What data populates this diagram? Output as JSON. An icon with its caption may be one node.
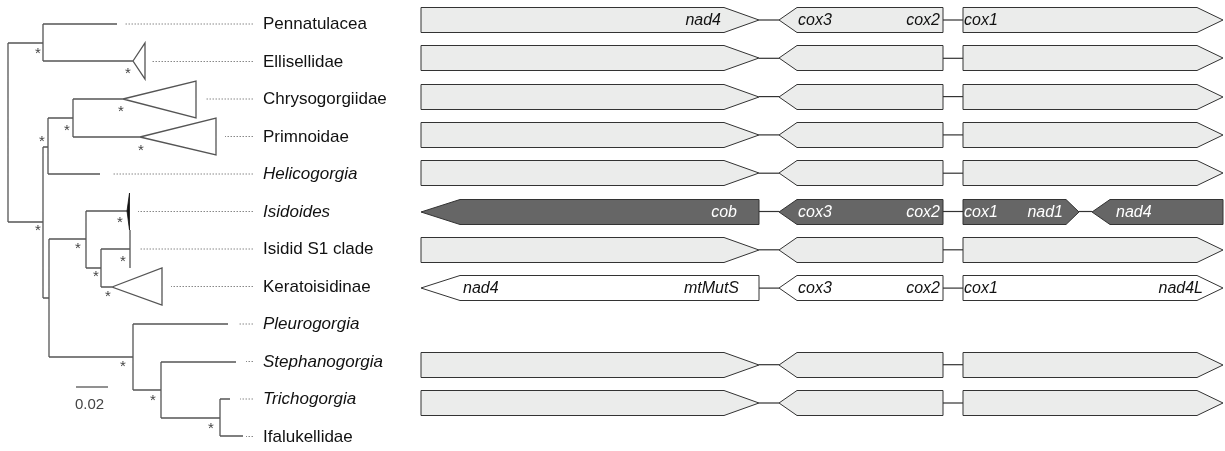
{
  "diagram": {
    "nodes": [
      {
        "text": [
          "Pennatulacea"
        ]
      },
      {
        "text": [
          "Ellisellidae"
        ]
      },
      {
        "text": [
          "Chrysogorgiidae"
        ]
      },
      {
        "text": [
          "Primnoidae"
        ]
      },
      {
        "text": [
          "Helicogorgia"
        ]
      },
      {
        "text": [
          "Isidoides"
        ]
      },
      {
        "text": [
          "Isidid S1 clade"
        ]
      },
      {
        "text": [
          "Keratoisidinae"
        ]
      },
      {
        "text": [
          "Pleurogorgia"
        ]
      },
      {
        "text": [
          "Stephanogorgia"
        ]
      },
      {
        "text": [
          "Trichogorgia"
        ]
      },
      {
        "text": [
          "Ifalukellidae"
        ]
      },
      {
        "text": [
          "nad4"
        ]
      },
      {
        "text": [
          "cox3",
          "cox2"
        ]
      },
      {
        "text": [
          "cox1"
        ]
      },
      {
        "text": [],
        "shape": "pentagon"
      },
      {
        "text": [],
        "shape": "pentagon"
      },
      {
        "text": [],
        "shape": "pentagon"
      },
      {
        "text": [],
        "shape": "pentagon"
      },
      {
        "text": [],
        "shape": "pentagon"
      },
      {
        "text": [],
        "shape": "pentagon"
      },
      {
        "text": [],
        "shape": "pentagon"
      },
      {
        "text": [],
        "shape": "pentagon"
      },
      {
        "text": [],
        "shape": "pentagon"
      },
      {
        "text": [],
        "shape": "pentagon"
      },
      {
        "text": [],
        "shape": "pentagon"
      },
      {
        "text": [],
        "shape": "pentagon"
      },
      {
        "text": [
          "cob"
        ]
      },
      {
        "text": [
          "cox3",
          "cox2"
        ]
      },
      {
        "text": [
          "cox1",
          "nad1"
        ]
      },
      {
        "text": [
          "nad4"
        ]
      },
      {
        "text": [],
        "shape": "pentagon"
      },
      {
        "text": [],
        "shape": "pentagon"
      },
      {
        "text": [],
        "shape": "pentagon"
      },
      {
        "text": [
          "nad4",
          "mtMutS"
        ]
      },
      {
        "text": [
          "cox3",
          "cox2"
        ]
      },
      {
        "text": [
          "cox1",
          "nad4L"
        ]
      },
      {
        "text": [],
        "shape": "pentagon"
      },
      {
        "text": [],
        "shape": "pentagon"
      },
      {
        "text": [],
        "shape": "pentagon"
      },
      {
        "text": [],
        "shape": "pentagon"
      },
      {
        "text": [],
        "shape": "pentagon"
      },
      {
        "text": [],
        "shape": "pentagon"
      }
    ],
    "edges": [
      {
        "from": 0,
        "to": null,
        "arrow": "none",
        "style": "dashed"
      },
      {
        "from": 1,
        "to": null,
        "arrow": "none",
        "style": "dashed"
      },
      {
        "from": 2,
        "to": null,
        "arrow": "none",
        "style": "dashed"
      },
      {
        "from": 3,
        "to": null,
        "arrow": "none",
        "style": "dashed"
      },
      {
        "from": 4,
        "to": null,
        "arrow": "none",
        "style": "dashed"
      },
      {
        "from": 5,
        "to": null,
        "arrow": "none",
        "style": "dashed"
      },
      {
        "from": 6,
        "to": null,
        "arrow": "none",
        "style": "dashed"
      },
      {
        "from": 7,
        "to": null,
        "arrow": "none",
        "style": "dashed"
      },
      {
        "from": 8,
        "to": null,
        "arrow": "none",
        "style": "dashed"
      },
      {
        "from": 9,
        "to": null,
        "arrow": "none",
        "style": "dashed"
      },
      {
        "from": 10,
        "to": null,
        "arrow": "none",
        "style": "dashed"
      },
      {
        "from": 11,
        "to": null,
        "arrow": "none",
        "style": "dashed"
      },
      {
        "from": 12,
        "to": 13,
        "arrow": "none"
      },
      {
        "from": 13,
        "to": 14,
        "arrow": "none"
      },
      {
        "from": 15,
        "to": 16,
        "arrow": "none"
      },
      {
        "from": 16,
        "to": 17,
        "arrow": "none"
      },
      {
        "from": 18,
        "to": 19,
        "arrow": "none"
      },
      {
        "from": 19,
        "to": 20,
        "arrow": "none"
      },
      {
        "from": 21,
        "to": 22,
        "arrow": "none"
      },
      {
        "from": 22,
        "to": 23,
        "arrow": "none"
      },
      {
        "from": 24,
        "to": 25,
        "arrow": "none"
      },
      {
        "from": 25,
        "to": 26,
        "arrow": "none"
      },
      {
        "from": 27,
        "to": 28,
        "arrow": "none"
      },
      {
        "from": 28,
        "to": 29,
        "arrow": "none"
      },
      {
        "from": 29,
        "to": 30,
        "arrow": "none"
      },
      {
        "from": 31,
        "to": 32,
        "arrow": "none"
      },
      {
        "from": 32,
        "to": 33,
        "arrow": "none"
      },
      {
        "from": 34,
        "to": 35,
        "arrow": "none"
      },
      {
        "from": 35,
        "to": 36,
        "arrow": "none"
      },
      {
        "from": 37,
        "to": 38,
        "arrow": "none"
      },
      {
        "from": 38,
        "to": 39,
        "arrow": "none"
      },
      {
        "from": 40,
        "to": 41,
        "arrow": "none"
      },
      {
        "from": 41,
        "to": 42,
        "arrow": "none"
      }
    ],
    "labels": [
      "*",
      "*",
      "*",
      "*",
      "*",
      "*",
      "*",
      "*",
      "*",
      "*",
      "*",
      "*",
      "*",
      "*",
      "0.02",
      "*"
    ]
  }
}
